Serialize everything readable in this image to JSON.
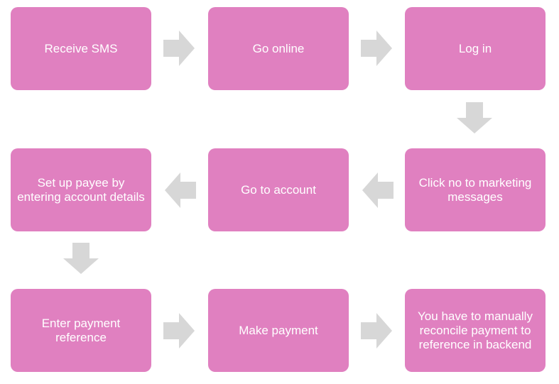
{
  "colors": {
    "box_fill": "#e080c0",
    "arrow_fill": "#d7d7d7",
    "text": "#ffffff"
  },
  "steps": [
    {
      "label": "Receive SMS"
    },
    {
      "label": "Go online"
    },
    {
      "label": "Log in"
    },
    {
      "label": "Click no to marketing messages"
    },
    {
      "label": "Go to account"
    },
    {
      "label": "Set up payee by entering account details"
    },
    {
      "label": "Enter payment reference"
    },
    {
      "label": "Make payment"
    },
    {
      "label": "You have to manually reconcile payment to reference in backend"
    }
  ],
  "arrows": [
    {
      "direction": "right"
    },
    {
      "direction": "right"
    },
    {
      "direction": "down"
    },
    {
      "direction": "left"
    },
    {
      "direction": "left"
    },
    {
      "direction": "down"
    },
    {
      "direction": "right"
    },
    {
      "direction": "right"
    }
  ]
}
